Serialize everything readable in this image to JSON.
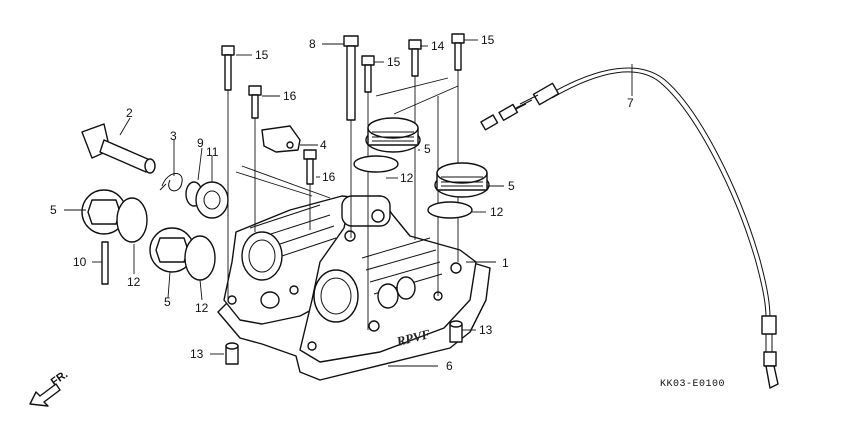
{
  "diagram_code": "KK03-E0100",
  "direction_label": "FR.",
  "cover_marking": "RPVF",
  "callouts": [
    {
      "id": "c1",
      "text": "1"
    },
    {
      "id": "c2",
      "text": "2"
    },
    {
      "id": "c3",
      "text": "3"
    },
    {
      "id": "c4",
      "text": "4"
    },
    {
      "id": "c5a",
      "text": "5"
    },
    {
      "id": "c5b",
      "text": "5"
    },
    {
      "id": "c5c",
      "text": "5"
    },
    {
      "id": "c5d",
      "text": "5"
    },
    {
      "id": "c6",
      "text": "6"
    },
    {
      "id": "c7",
      "text": "7"
    },
    {
      "id": "c8",
      "text": "8"
    },
    {
      "id": "c9",
      "text": "9"
    },
    {
      "id": "c10",
      "text": "10"
    },
    {
      "id": "c11",
      "text": "11"
    },
    {
      "id": "c12a",
      "text": "12"
    },
    {
      "id": "c12b",
      "text": "12"
    },
    {
      "id": "c12c",
      "text": "12"
    },
    {
      "id": "c12d",
      "text": "12"
    },
    {
      "id": "c13a",
      "text": "13"
    },
    {
      "id": "c13b",
      "text": "13"
    },
    {
      "id": "c14",
      "text": "14"
    },
    {
      "id": "c15a",
      "text": "15"
    },
    {
      "id": "c15b",
      "text": "15"
    },
    {
      "id": "c15c",
      "text": "15"
    },
    {
      "id": "c16a",
      "text": "16"
    },
    {
      "id": "c16b",
      "text": "16"
    }
  ]
}
